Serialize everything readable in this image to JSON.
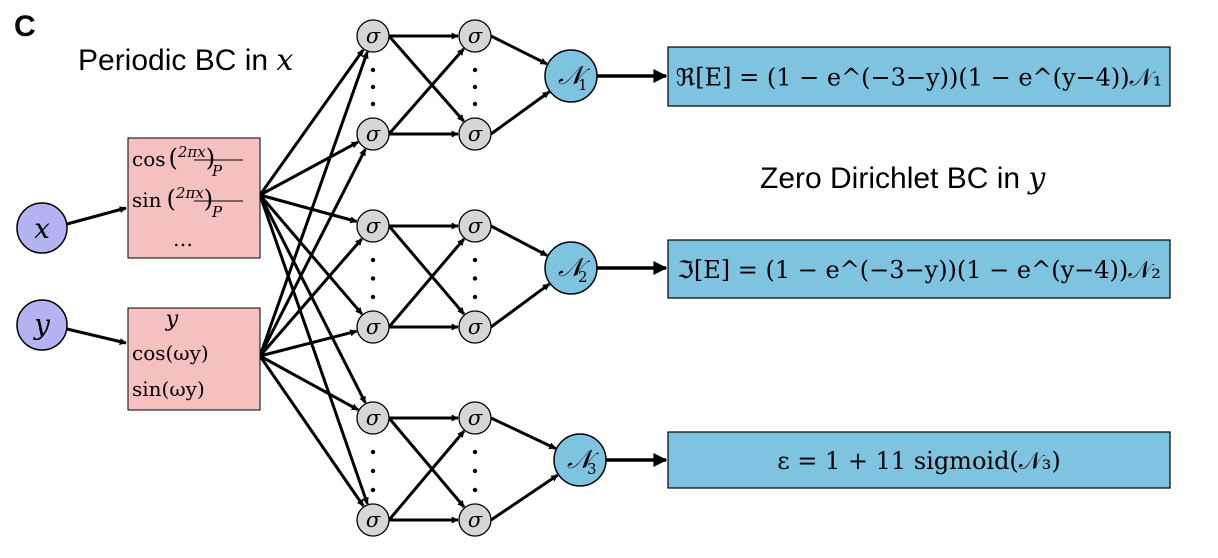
{
  "panel_label": "C",
  "annotations": {
    "periodic_bc": {
      "text": "Periodic BC in ",
      "var": "x"
    },
    "dirichlet_bc": {
      "text": "Zero Dirichlet BC in ",
      "var": "y"
    }
  },
  "inputs": [
    {
      "id": "x",
      "label": "x"
    },
    {
      "id": "y",
      "label": "y"
    }
  ],
  "feature_boxes": {
    "x_features": [
      "cos(2πx/P)",
      "sin(2πx/P)",
      "…"
    ],
    "y_features": [
      "y",
      "cos(ωy)",
      "sin(ωy)"
    ]
  },
  "hidden_unit_label": "σ",
  "vertical_dots": "⋮",
  "networks": [
    {
      "id": "N1",
      "label": "𝒩",
      "sub": "1",
      "output": "ℜ[E] = (1 − e^(−3−y))(1 − e^(y−4))𝒩₁"
    },
    {
      "id": "N2",
      "label": "𝒩",
      "sub": "2",
      "output": "ℑ[E] = (1 − e^(−3−y))(1 − e^(y−4))𝒩₂"
    },
    {
      "id": "N3",
      "label": "𝒩",
      "sub": "3",
      "output": "ε = 1 + 11 sigmoid(𝒩₃)"
    }
  ],
  "colors": {
    "input_node": "#b3b3f2",
    "feature_box": "#f4c0c0",
    "hidden_node": "#d6d6d6",
    "network_node": "#7ec3e0",
    "output_box": "#7ec3e0",
    "stroke": "#000000"
  }
}
